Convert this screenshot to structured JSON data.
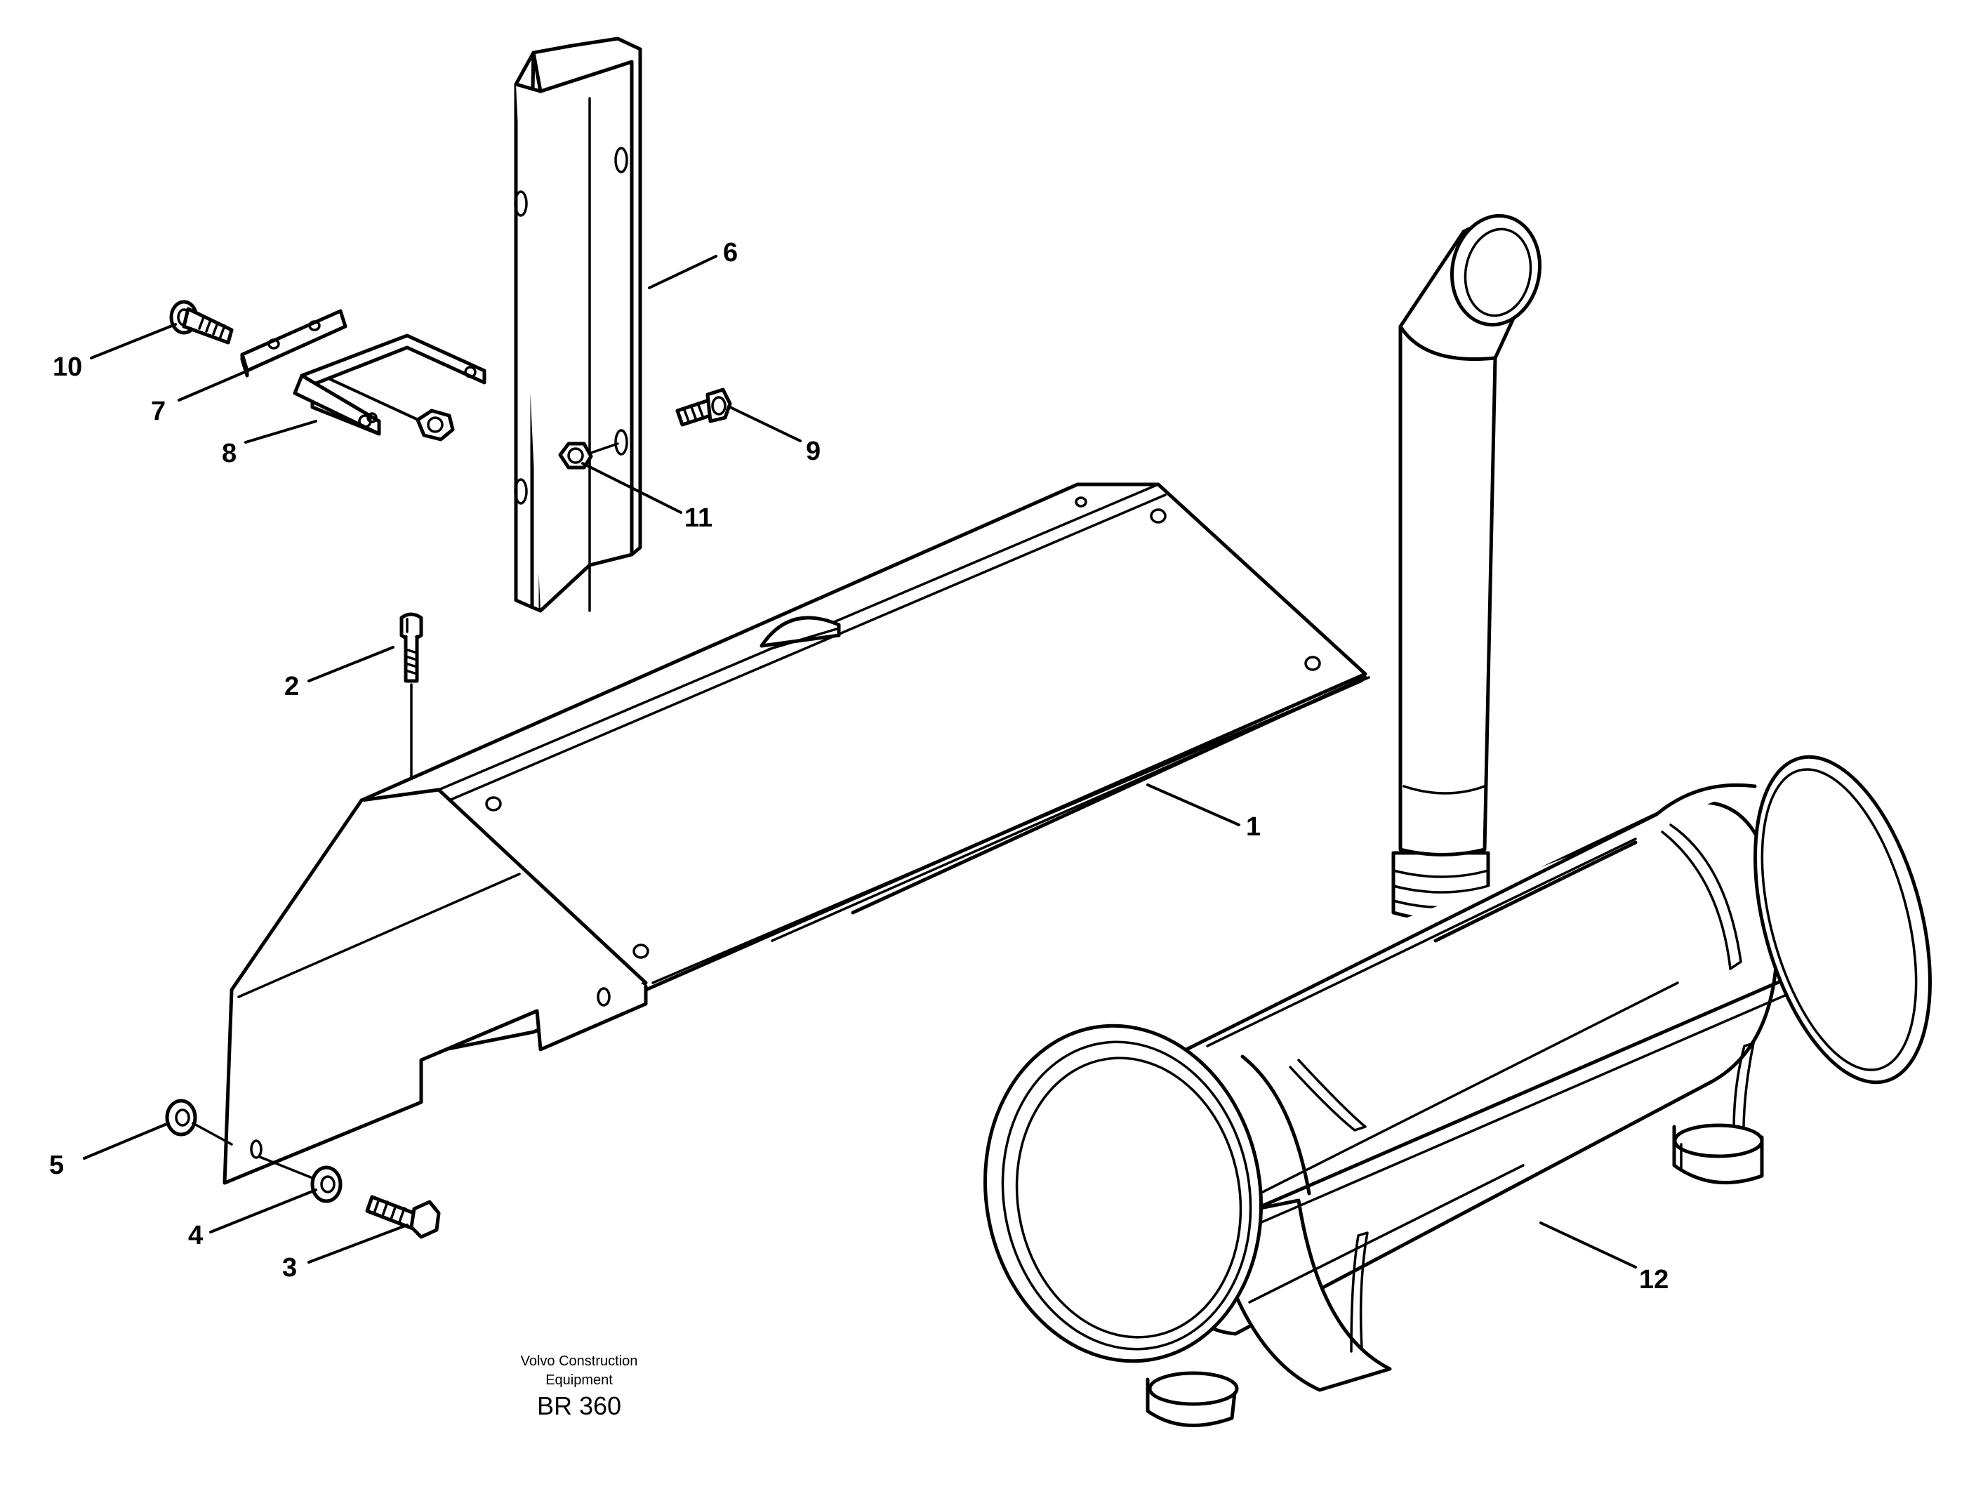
{
  "callouts": {
    "c1": "1",
    "c2": "2",
    "c3": "3",
    "c4": "4",
    "c5": "5",
    "c6": "6",
    "c7": "7",
    "c8": "8",
    "c9": "9",
    "c10": "10",
    "c11": "11",
    "c12": "12"
  },
  "caption": {
    "line1": "Volvo Construction",
    "line2": "Equipment",
    "code": "BR 360"
  }
}
